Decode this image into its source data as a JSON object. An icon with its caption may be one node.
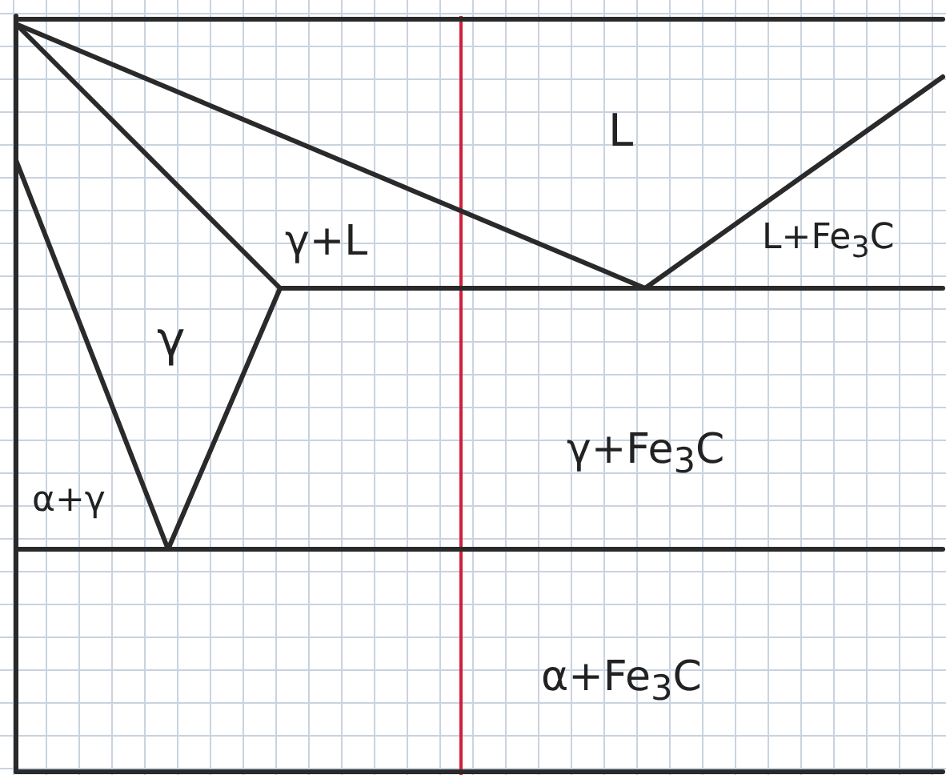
{
  "diagram": {
    "labels": [
      "L",
      "γ+L",
      "L+Fe$_{3}$C",
      "γ",
      "γ+Fe$_{3}$C",
      "α+γ",
      "α+Fe$_{3}$C"
    ]
  }
}
